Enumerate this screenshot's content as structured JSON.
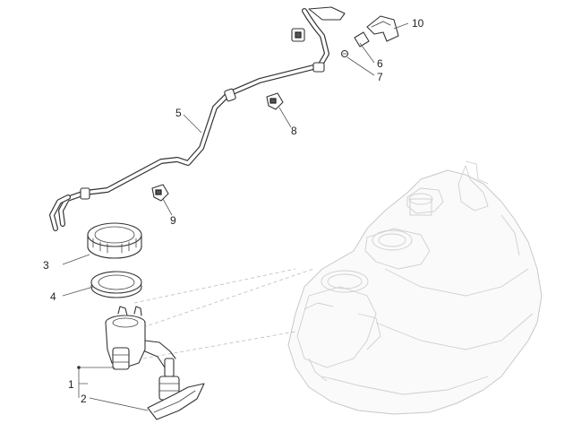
{
  "callouts": {
    "c1": "1",
    "c2": "2",
    "c3": "3",
    "c4": "4",
    "c5": "5",
    "c6": "6",
    "c7": "7",
    "c8": "8",
    "c9": "9",
    "c10": "10"
  },
  "colors": {
    "line_art": "#333333",
    "ghost_tank": "#c8c8c8",
    "background": "#ffffff"
  }
}
